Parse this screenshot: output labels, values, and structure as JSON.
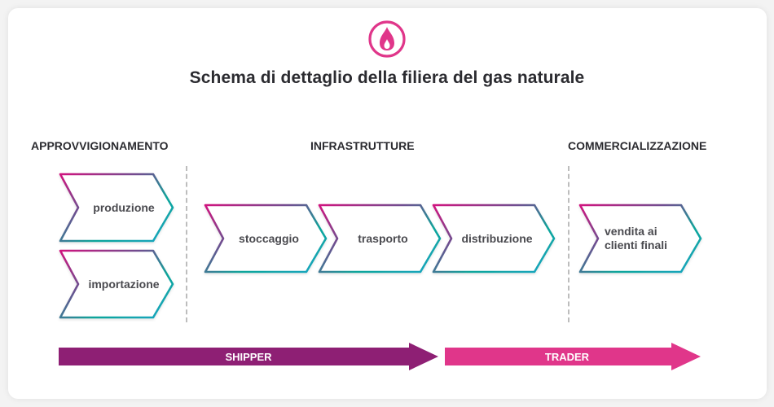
{
  "title": "Schema di dettaglio della filiera del gas naturale",
  "logo_icon": "flame-icon",
  "colors": {
    "brand_pink": "#e0368a",
    "purple": "#8e1f74",
    "teal": "#13a8b4",
    "text_dark": "#2b2b30"
  },
  "sections": [
    {
      "label": "APPROVVIGIONAMENTO"
    },
    {
      "label": "INFRASTRUTTURE"
    },
    {
      "label": "COMMERCIALIZZAZIONE"
    }
  ],
  "steps": [
    {
      "label": "produzione",
      "section": "APPROVVIGIONAMENTO"
    },
    {
      "label": "importazione",
      "section": "APPROVVIGIONAMENTO"
    },
    {
      "label": "stoccaggio",
      "section": "INFRASTRUTTURE"
    },
    {
      "label": "trasporto",
      "section": "INFRASTRUTTURE"
    },
    {
      "label": "distribuzione",
      "section": "INFRASTRUTTURE"
    },
    {
      "label": "vendita ai\nclienti finali",
      "section": "COMMERCIALIZZAZIONE"
    }
  ],
  "roles": [
    {
      "label": "SHIPPER",
      "color": "#8e1f74"
    },
    {
      "label": "TRADER",
      "color": "#e0368a"
    }
  ]
}
